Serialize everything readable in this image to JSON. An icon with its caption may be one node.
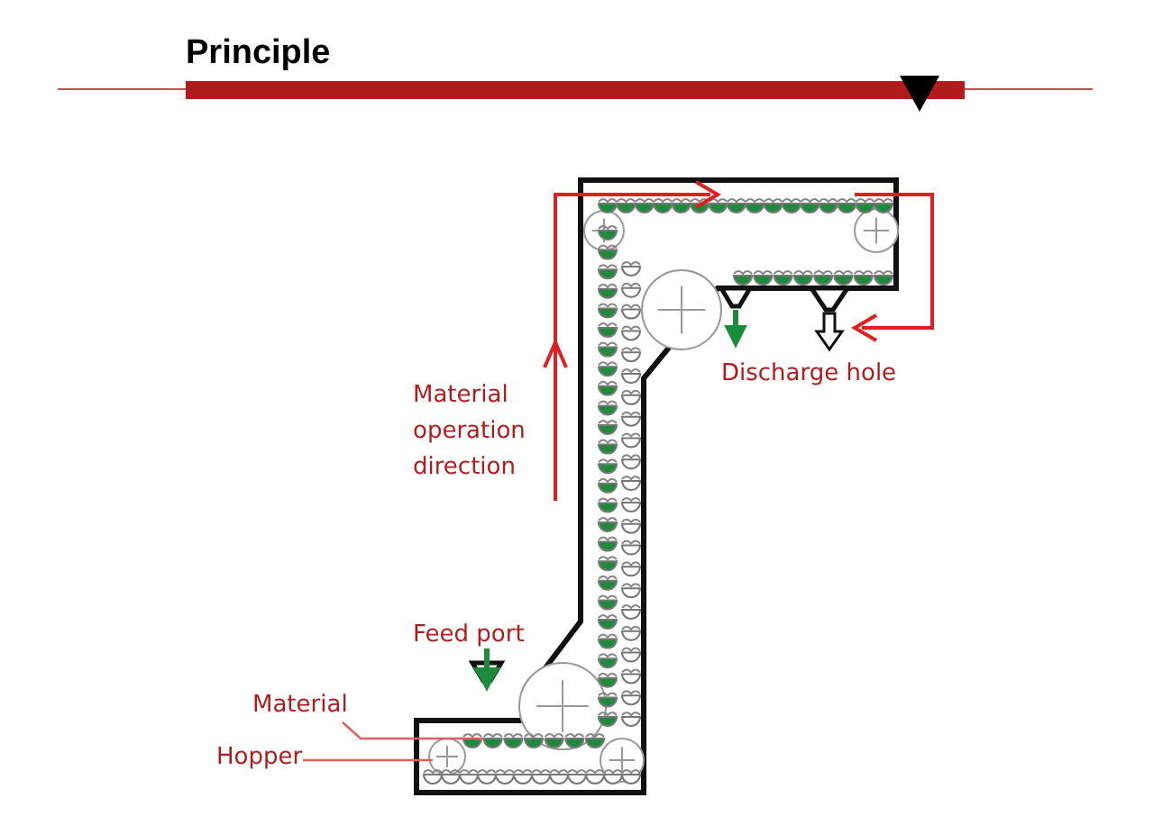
{
  "diagram": {
    "title": "Principle",
    "nodes": [
      {
        "text": [
          "Material"
        ]
      },
      {
        "text": [
          "Hopper"
        ]
      }
    ],
    "edges": [
      {
        "from": 0,
        "to": null,
        "arrow": "none"
      },
      {
        "from": 1,
        "to": null,
        "arrow": "none"
      }
    ],
    "labels": [
      "Material operation direction",
      "Discharge hole",
      "Feed port"
    ]
  }
}
